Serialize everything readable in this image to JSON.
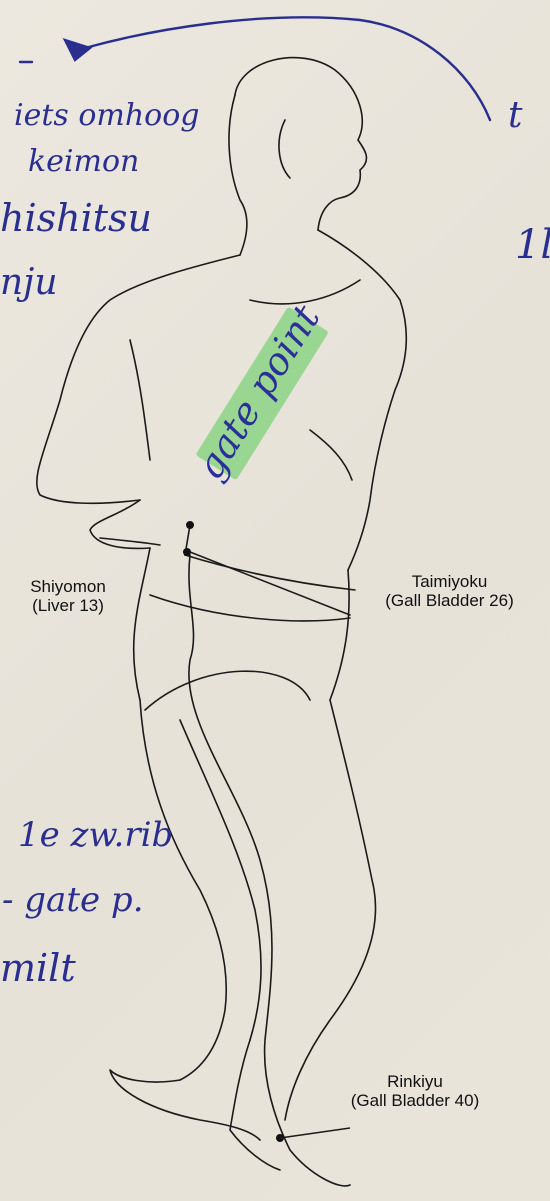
{
  "points": {
    "shiyomon": {
      "name": "Shiyomon",
      "ref": "(Liver 13)"
    },
    "taimiyoku": {
      "name": "Taimiyoku",
      "ref": "(Gall Bladder 26)"
    },
    "rinkiyu": {
      "name": "Rinkiyu",
      "ref": "(Gall Bladder 40)"
    }
  },
  "handwriting": {
    "top_left_1": "iets omhoog",
    "top_left_2": "keimon",
    "top_left_3": "hishitsu",
    "top_left_4": "nju",
    "chest": "gate point",
    "lower_1": "1e zw.rib",
    "lower_2": "- gate p.",
    "lower_3": "milt",
    "right_1": "t",
    "right_2": "1l"
  },
  "colors": {
    "ink": "#111111",
    "pen": "#2a2f8f",
    "highlight": "#7fd27a"
  }
}
